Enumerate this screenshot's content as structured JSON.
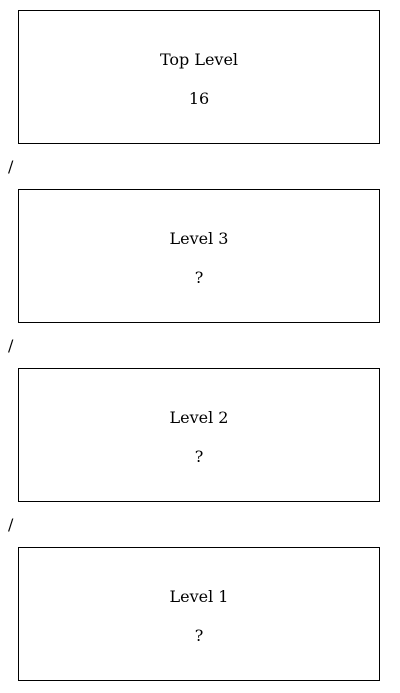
{
  "levels": [
    {
      "title": "Top Level",
      "value": "16"
    },
    {
      "title": "Level 3",
      "value": "?"
    },
    {
      "title": "Level 2",
      "value": "?"
    },
    {
      "title": "Level 1",
      "value": "?"
    }
  ],
  "connectors": [
    "/",
    "/",
    "/"
  ]
}
